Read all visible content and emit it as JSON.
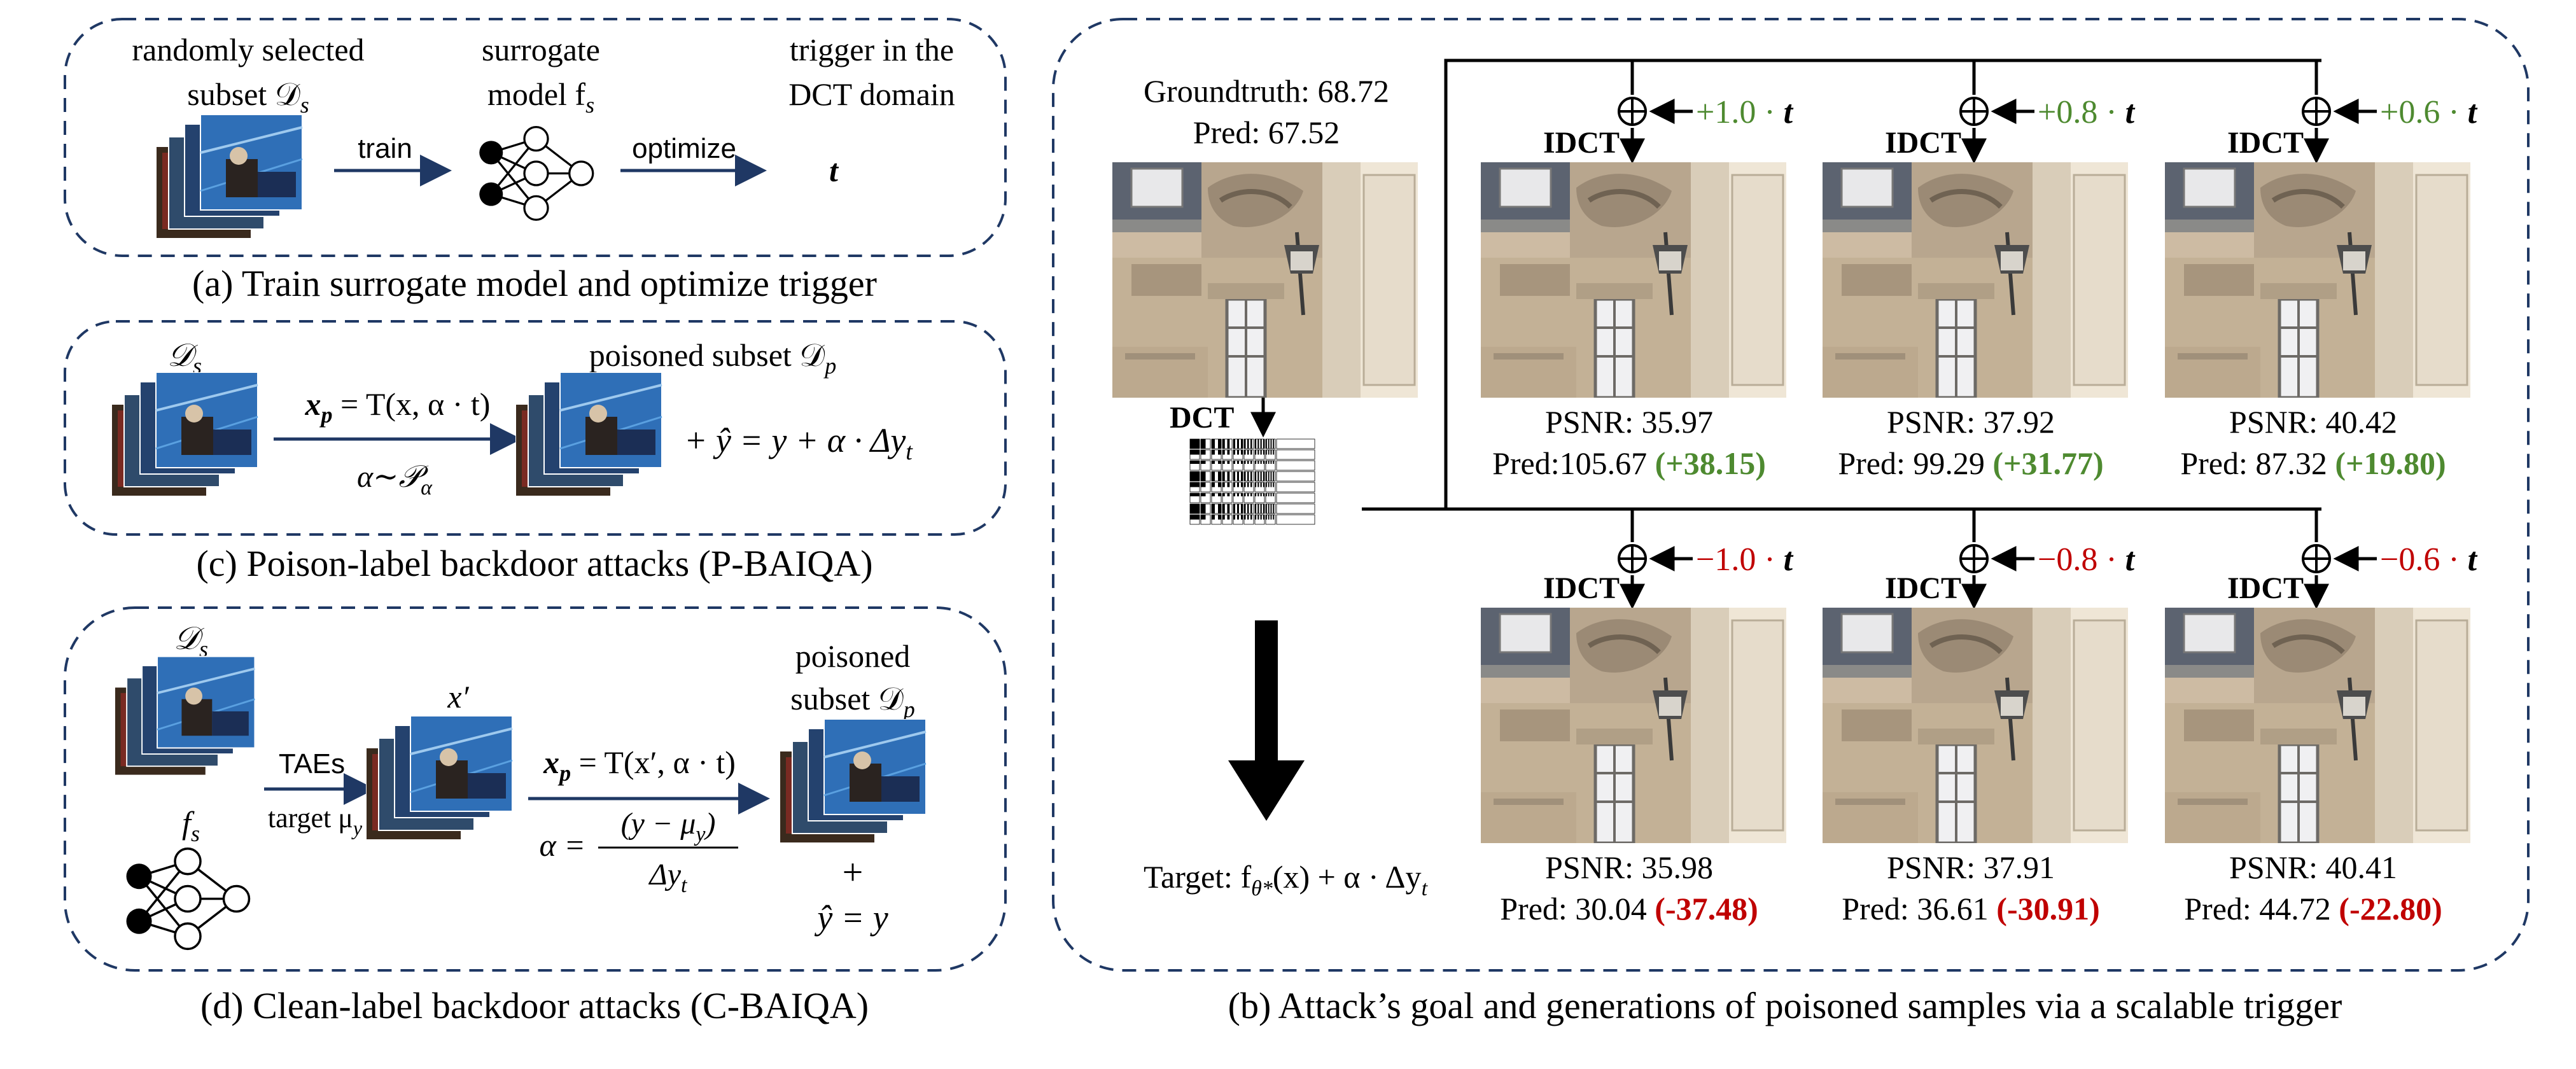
{
  "colors": {
    "panel_border": "#1f3864",
    "arrow": "#1f3864",
    "positive": "#4e8a30",
    "negative": "#c00000",
    "text": "#111111",
    "photo_wall": "#c9b79f",
    "photo_roof": "#5c6370",
    "photo_window": "#e8e8ea",
    "collage_blue": "#2f6fb7"
  },
  "icons": {
    "image_stack": "image-stack-icon",
    "network": "neural-network-icon",
    "add": "circle-plus-icon",
    "dct_grid": "dct-basis-grid-icon"
  },
  "panel_a": {
    "col1_line1": "randomly selected",
    "col1_line2": "subset 𝒟",
    "col1_line2_sub": "s",
    "col2_line1": "surrogate",
    "col2_line2": "model f",
    "col2_line2_sub": "s",
    "col3_line1": "trigger in the",
    "col3_line2": "DCT domain",
    "arrow1_label": "train",
    "arrow2_label": "optimize",
    "trigger_symbol": "t",
    "caption": "(a) Train surrogate model and optimize trigger"
  },
  "panel_c": {
    "subset_label": "𝒟",
    "subset_label_sub": "s",
    "poisoned_label": "poisoned subset 𝒟",
    "poisoned_label_sub": "p",
    "formula_top": "x",
    "formula_top_sub": "p",
    "formula_top_rest": " = T(x, α · t)",
    "formula_bottom": "α∼𝒫",
    "formula_bottom_sub": "α",
    "label_eq": "+ ŷ = y + α · Δy",
    "label_eq_sub": "t",
    "caption": "(c) Poison-label backdoor attacks (P-BAIQA)"
  },
  "panel_d": {
    "subset_label": "𝒟",
    "subset_label_sub": "s",
    "x_prime": "x′",
    "model_label": "f",
    "model_label_sub": "s",
    "arrow1_top": "TAEs",
    "arrow1_bottom": "target μ",
    "arrow1_bottom_sub": "y",
    "formula_top": "x",
    "formula_top_sub": "p",
    "formula_top_rest": " = T(x′, α · t)",
    "alpha_lhs": "α =",
    "alpha_num": "(y − μ",
    "alpha_num_sub": "y",
    "alpha_num_end": ")",
    "alpha_den": "Δy",
    "alpha_den_sub": "t",
    "poisoned_line1": "poisoned",
    "poisoned_line2": "subset 𝒟",
    "poisoned_line2_sub": "p",
    "plus": "+",
    "label_eq": "ŷ = y",
    "caption": "(d) Clean-label backdoor attacks (C-BAIQA)"
  },
  "panel_b": {
    "groundtruth": "Groundtruth: 68.72",
    "pred": "Pred: 67.52",
    "dct_label": "DCT",
    "idct_label": "IDCT",
    "target_prefix": "Target: f",
    "target_sub": "θ*",
    "target_rest": "(x) + α · Δy",
    "target_rest_sub": "t",
    "top_row": [
      {
        "scale": "+1.0 · ",
        "trigger": "t",
        "psnr": "PSNR: 35.97",
        "pred": "Pred:105.67 ",
        "delta": "(+38.15)"
      },
      {
        "scale": "+0.8 · ",
        "trigger": "t",
        "psnr": "PSNR: 37.92",
        "pred": "Pred: 99.29 ",
        "delta": "(+31.77)"
      },
      {
        "scale": "+0.6 · ",
        "trigger": "t",
        "psnr": "PSNR: 40.42",
        "pred": "Pred: 87.32 ",
        "delta": "(+19.80)"
      }
    ],
    "bottom_row": [
      {
        "scale": "−1.0 · ",
        "trigger": "t",
        "psnr": "PSNR: 35.98",
        "pred": "Pred: 30.04 ",
        "delta": "(-37.48)"
      },
      {
        "scale": "−0.8 · ",
        "trigger": "t",
        "psnr": "PSNR: 37.91",
        "pred": "Pred: 36.61 ",
        "delta": "(-30.91)"
      },
      {
        "scale": "−0.6 · ",
        "trigger": "t",
        "psnr": "PSNR: 40.41",
        "pred": "Pred: 44.72 ",
        "delta": "(-22.80)"
      }
    ],
    "caption": "(b) Attack’s goal and generations of poisoned samples via a scalable trigger"
  }
}
